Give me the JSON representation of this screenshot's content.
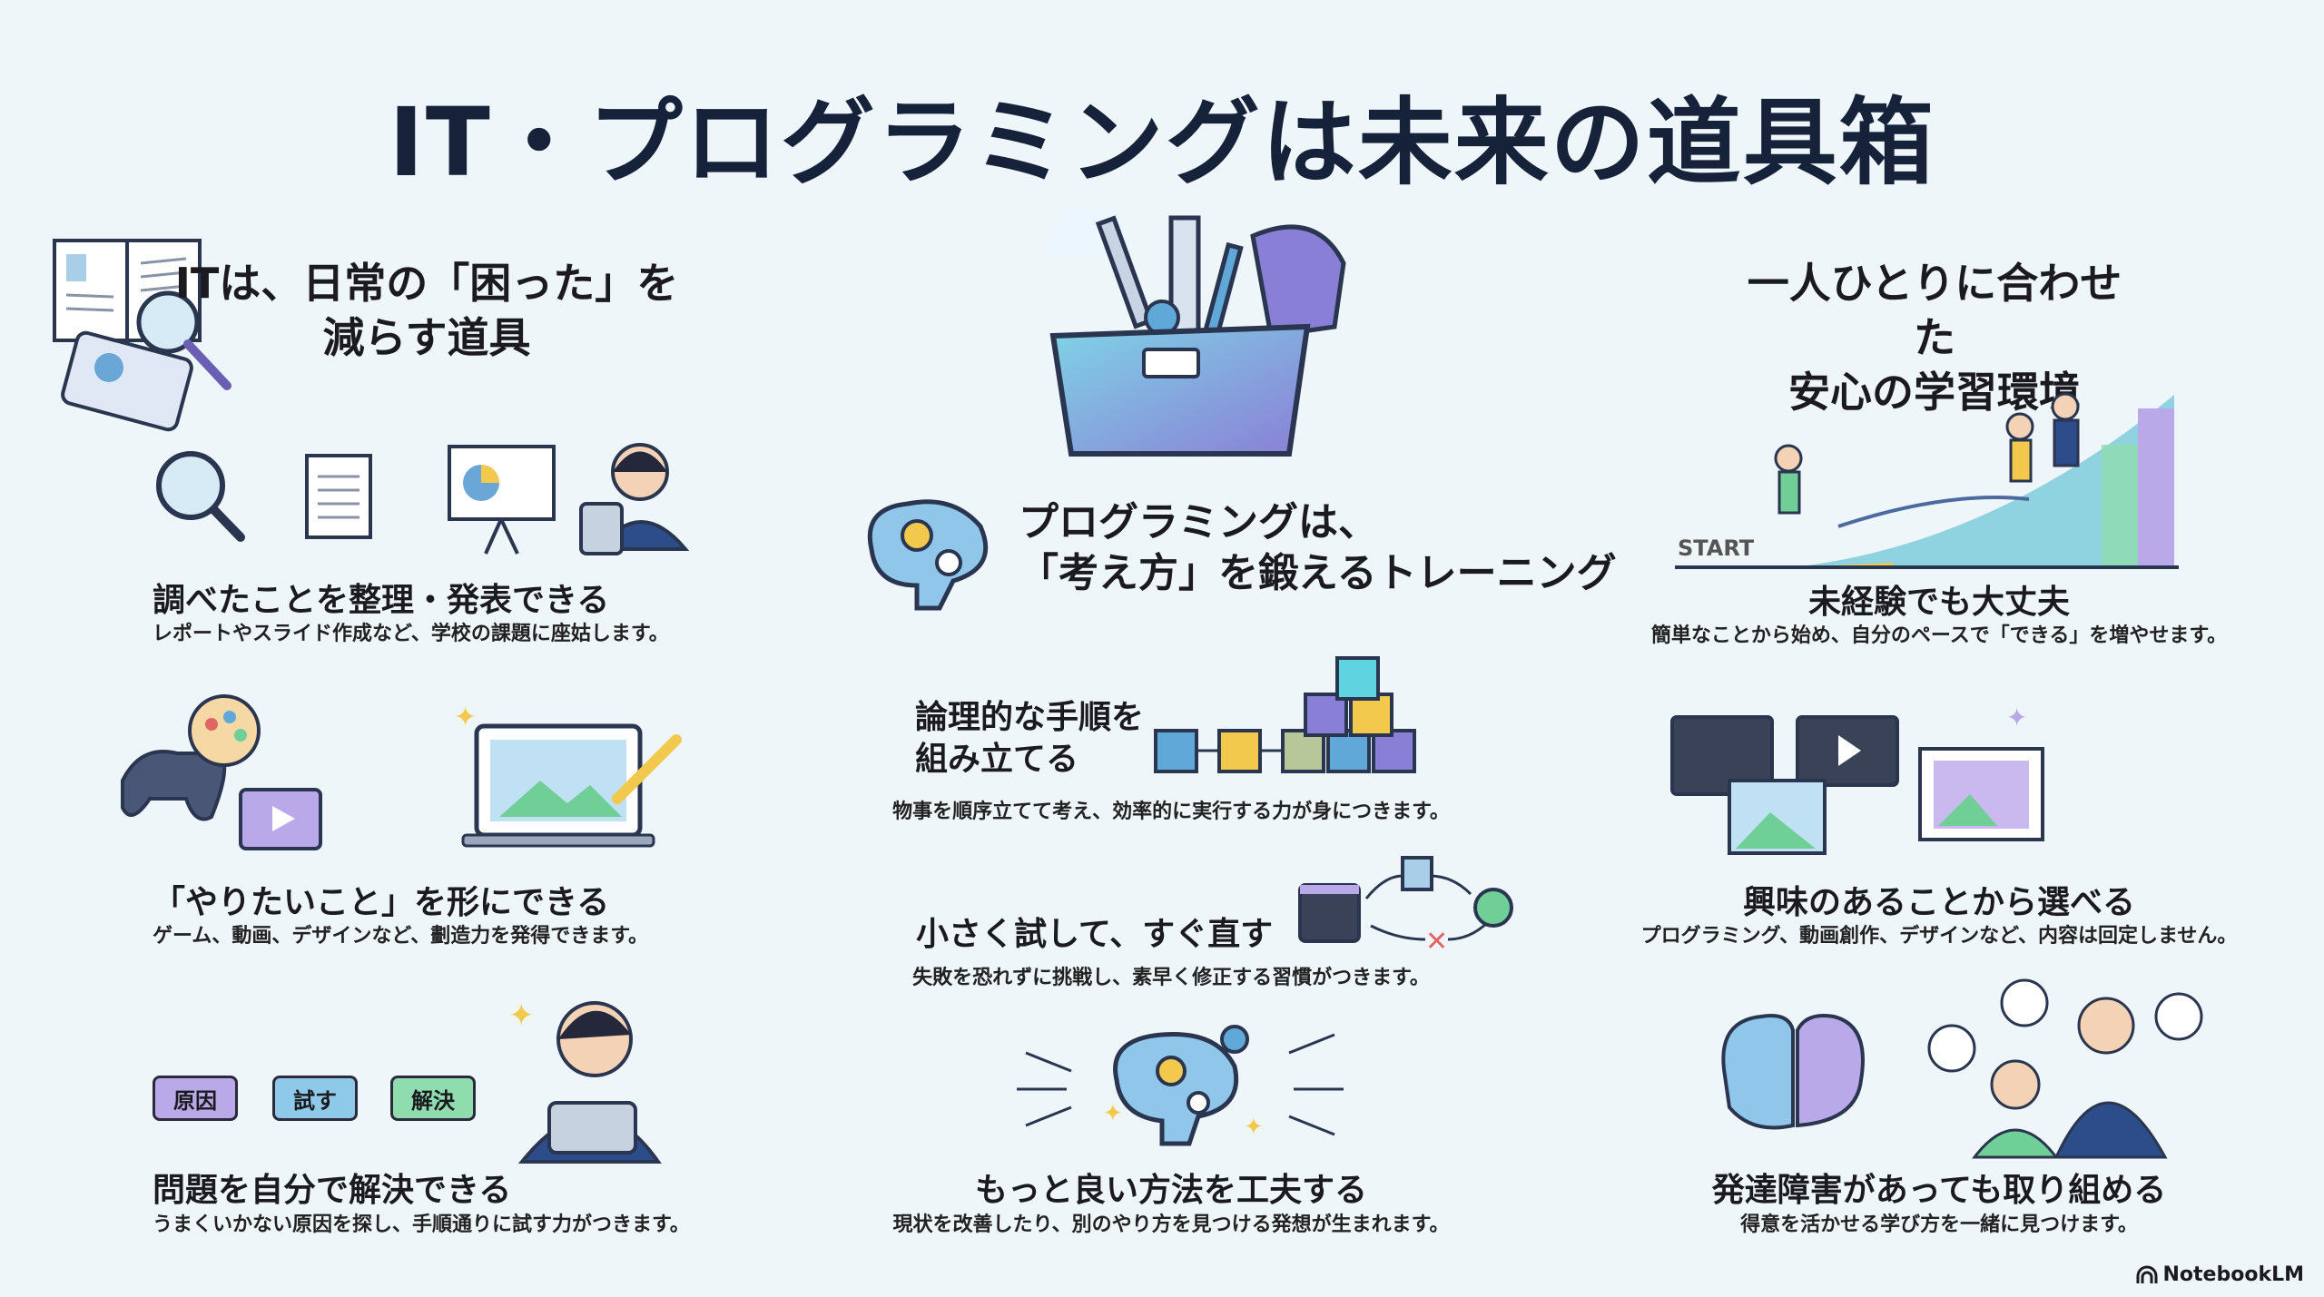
{
  "title": "IT・プログラミングは未来の道具箱",
  "left": {
    "header": [
      "ITは、日常の「困った」を",
      "減らす道具"
    ],
    "items": [
      {
        "title": "調べたことを整理・発表できる",
        "desc": "レポートやスライド作成など、学校の課題に座姑します。"
      },
      {
        "title": "「やりたいこと」を形にできる",
        "desc": "ゲーム、動画、デザインなど、劃造力を発得できます。"
      },
      {
        "title": "問題を自分で解決できる",
        "desc": "うまくいかない原因を探し、手順通りに試す力がつきます。",
        "tags": [
          "原因",
          "試す",
          "解決"
        ]
      }
    ]
  },
  "center": {
    "header": [
      "プログラミングは、",
      "「考え方」を鍛えるトレーニング"
    ],
    "items": [
      {
        "title": [
          "論理的な手順を",
          "組み立てる"
        ],
        "desc": "物事を順序立てて考え、効率的に実行する力が身につきます。"
      },
      {
        "title": [
          "小さく試して、すぐ直す"
        ],
        "desc": "失敗を恐れずに挑戦し、素早く修正する習慣がつきます。"
      },
      {
        "title": [
          "もっと良い方法を工夫する"
        ],
        "desc": "現状を改善したり、別のやり方を見つける発想が生まれます。"
      }
    ]
  },
  "right": {
    "header": [
      "一人ひとりに合わせた",
      "安心の学習環境"
    ],
    "start_label": "START",
    "items": [
      {
        "title": "未経験でも大丈夫",
        "desc": "簡単なことから始め、自分のペースで「できる」を増やせます。"
      },
      {
        "title": "興味のあることから選べる",
        "desc": "プログラミング、動画創作、デザインなど、内容は回定しません。"
      },
      {
        "title": "発達障害があっても取り組める",
        "desc": "得意を活かせる学び方を一緒に見つけます。"
      }
    ]
  },
  "footer": {
    "brand": "NotebookLM"
  },
  "colors": {
    "background": "#eef6fa",
    "text": "#1b1b1f",
    "blue": "#5fa8d8",
    "purple": "#8a7fd6",
    "yellow": "#f2c94c",
    "green": "#6fcf97"
  }
}
